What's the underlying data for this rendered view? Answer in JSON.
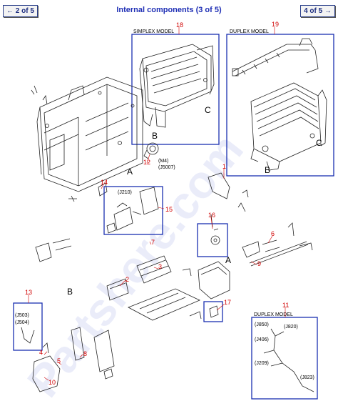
{
  "header": {
    "prev_button": "← 2 of 5",
    "title": "Internal components (3 of 5)",
    "next_button": "4 of 5 →"
  },
  "callouts": {
    "c1": "1",
    "c2": "2",
    "c3": "3",
    "c4": "4",
    "c5": "5",
    "c6": "6",
    "c7": "7",
    "c8": "8",
    "c9": "9",
    "c10": "10",
    "c11": "11",
    "c12": "12",
    "c13": "13",
    "c14": "14",
    "c15": "15",
    "c16": "16",
    "c17": "17",
    "c18": "18",
    "c19": "19"
  },
  "panels": {
    "simplex": {
      "title": "SIMPLEX MODEL",
      "label_b": "B",
      "label_c": "C"
    },
    "duplex": {
      "title": "DUPLEX MODEL",
      "label_b": "B",
      "label_c": "C"
    },
    "duplex_bottom": {
      "title": "DUPLEX MODEL",
      "connectors": [
        "(J850)",
        "(J820)",
        "(J406)",
        "(J209)",
        "(J823)"
      ]
    },
    "connector_15": [
      "(J210)"
    ],
    "connector_13": [
      "(J503)",
      "(J504)"
    ]
  },
  "labels": {
    "m4": "(M4)",
    "j5007": "(J5007)",
    "letter_a1": "A",
    "letter_a2": "A",
    "letter_b": "B"
  },
  "watermark": "Partshere.com",
  "colors": {
    "callout": "#d00000",
    "frame": "#1a2fb0",
    "title": "#1f2fb5",
    "watermark": "#4a5fd0"
  }
}
